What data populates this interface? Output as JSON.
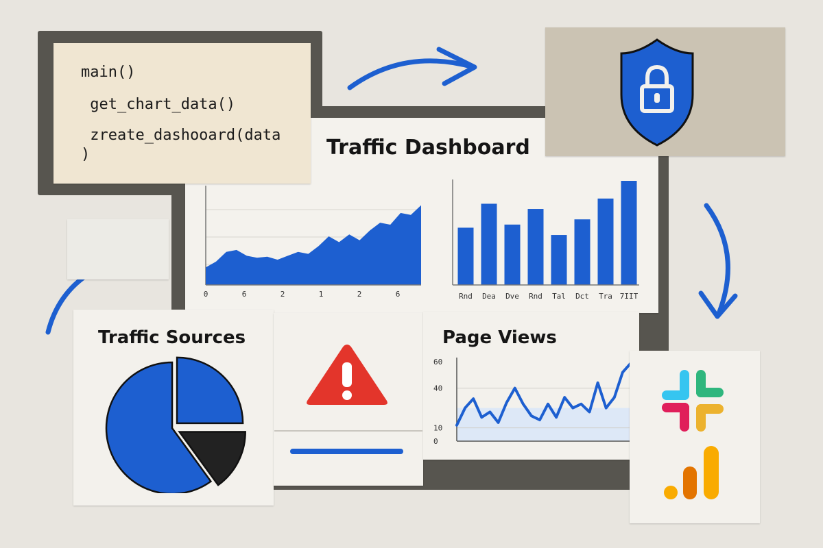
{
  "code": {
    "lines": [
      "main()",
      " get_chart_data()",
      " zreate_dashooard(data",
      ")"
    ]
  },
  "dashboard": {
    "title": "Traffic Dashboard"
  },
  "area_chart": {
    "x_ticks": [
      "0",
      "6",
      "2",
      "1",
      "2",
      "6"
    ]
  },
  "bar_chart": {
    "x_ticks": [
      "Rnd",
      "Dea",
      "Dve",
      "Rnd",
      "Tal",
      "Dct",
      "Tra",
      "7IIT"
    ]
  },
  "sources_panel": {
    "title": "Traffic Sources"
  },
  "pageviews_panel": {
    "title": "Page Views",
    "y_ticks": [
      "60",
      "40",
      "10",
      "0"
    ]
  },
  "colors": {
    "accent_blue": "#1d5fd0",
    "alert_red": "#e3352b",
    "dark_slice": "#222222",
    "frame": "#57554f",
    "paper": "#f3f1ec"
  },
  "icons": [
    "shield-lock-icon",
    "warning-icon",
    "slack-logo-icon",
    "analytics-logo-icon"
  ],
  "chart_data": [
    {
      "type": "area",
      "x_ticks": [
        "0",
        "6",
        "2",
        "1",
        "2",
        "6"
      ],
      "values": [
        18,
        24,
        34,
        36,
        30,
        28,
        29,
        26,
        30,
        34,
        32,
        40,
        50,
        44,
        52,
        46,
        56,
        64,
        62,
        74,
        72,
        82
      ],
      "ylim": [
        0,
        100
      ],
      "grid": true
    },
    {
      "type": "bar",
      "categories": [
        "Rnd",
        "Dea",
        "Dve",
        "Rnd",
        "Tal",
        "Dct",
        "Tra",
        "7IIT"
      ],
      "values": [
        55,
        78,
        58,
        73,
        48,
        63,
        83,
        100
      ],
      "ylim": [
        0,
        100
      ]
    },
    {
      "type": "pie",
      "values": [
        60,
        25,
        15
      ],
      "colors": [
        "#1d5fd0",
        "#1d5fd0",
        "#222222"
      ]
    },
    {
      "type": "line",
      "y_ticks": [
        "60",
        "40",
        "10",
        "0"
      ],
      "values": [
        12,
        25,
        32,
        18,
        22,
        14,
        29,
        40,
        28,
        19,
        16,
        28,
        18,
        33,
        25,
        28,
        22,
        44,
        25,
        33,
        52,
        59
      ],
      "ylim": [
        0,
        62
      ],
      "grid": true
    }
  ]
}
